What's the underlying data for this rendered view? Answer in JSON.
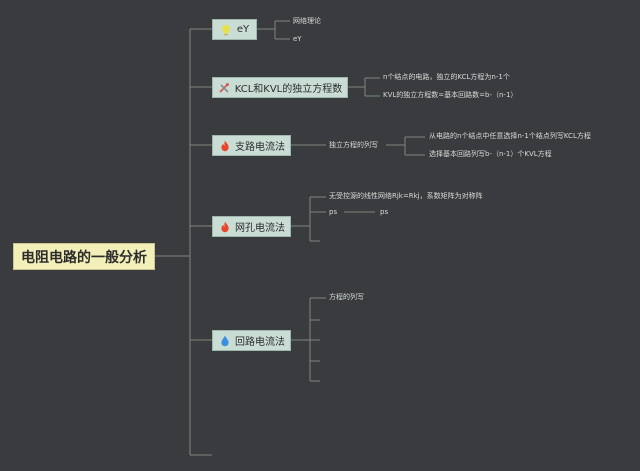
{
  "root": {
    "title": "电阻电路的一般分析"
  },
  "branches": [
    {
      "id": "ey",
      "label": "eY",
      "icon": "lightbulb-icon",
      "leaves": [
        "网络理论",
        "eY"
      ]
    },
    {
      "id": "kcl-kvl",
      "label": "KCL和KVL的独立方程数",
      "icon": "tools-icon",
      "leaves": [
        "n个结点的电路，独立的KCL方程为n-1个",
        "KVL的独立方程数=基本回路数=b-（n-1）"
      ]
    },
    {
      "id": "branch-current",
      "label": "支路电流法",
      "icon": "fire-icon",
      "leaves": [
        "独立方程的列写"
      ],
      "subleaves": [
        "从电路的n个结点中任意选择n-1个结点列写KCL方程",
        "选择基本回路列写b-（n-1）个KVL方程"
      ]
    },
    {
      "id": "mesh-current",
      "label": "网孔电流法",
      "icon": "fire-icon",
      "leaves": [
        "无受控源的线性网络Rjk=Rkj，系数矩阵为对称阵",
        "ps"
      ],
      "subleaves": [
        "ps"
      ]
    },
    {
      "id": "loop-current",
      "label": "回路电流法",
      "icon": "water-drop-icon",
      "leaves": [
        "方程的列写"
      ]
    }
  ],
  "colors": {
    "background": "#393b3e",
    "root_fill": "#f3efb9",
    "node_fill": "#c9ddd5",
    "connector": "#7d8a7f",
    "fire": "#e8452c",
    "drop": "#3b8fe0",
    "bulb": "#e6e04a",
    "tools": "#d9534f"
  }
}
